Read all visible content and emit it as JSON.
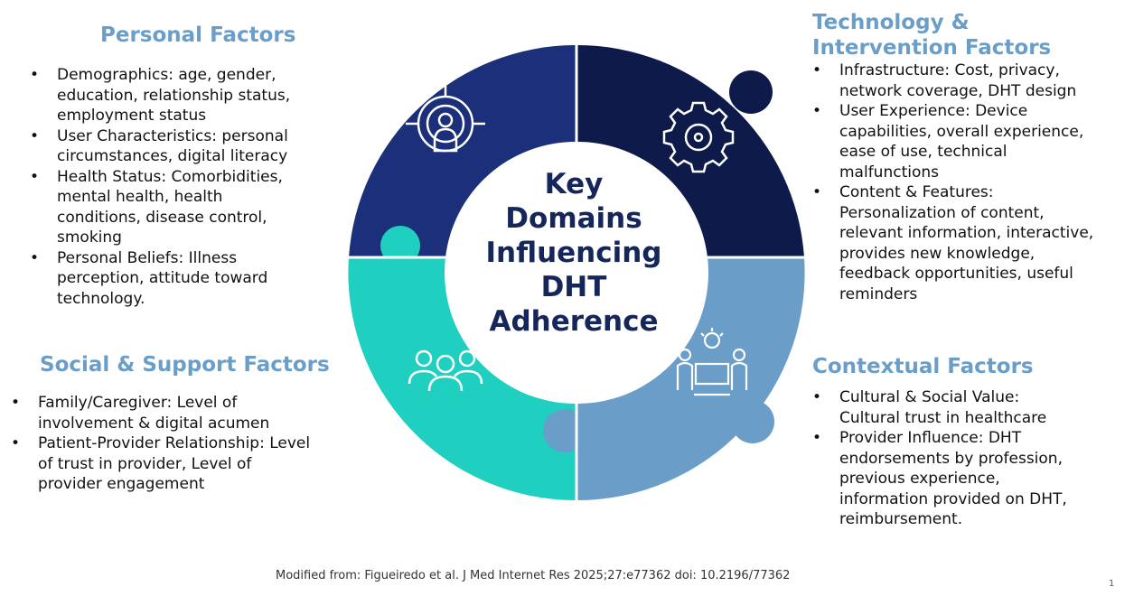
{
  "center": {
    "lines": [
      "Key",
      "Domains",
      "Influencing",
      "DHT",
      "Adherence"
    ]
  },
  "sections": {
    "personal": {
      "title_lines": [
        "Personal Factors"
      ],
      "items": [
        [
          "Demographics: age, gender,",
          "education, relationship status,",
          "employment status"
        ],
        [
          "User Characteristics: personal",
          "circumstances, digital literacy"
        ],
        [
          "Health Status: Comorbidities,",
          "mental health, health",
          "conditions, disease control,",
          "smoking"
        ],
        [
          "Personal Beliefs: Illness",
          "perception, attitude toward",
          "technology."
        ]
      ]
    },
    "technology": {
      "title_lines": [
        "Technology &",
        "Intervention Factors"
      ],
      "items": [
        [
          "Infrastructure: Cost, privacy,",
          "network coverage, DHT design"
        ],
        [
          "User Experience: Device",
          "capabilities, overall experience,",
          "ease of use, technical",
          "malfunctions"
        ],
        [
          "Content & Features:",
          "Personalization of content,",
          "relevant information, interactive,",
          "provides new knowledge,",
          "feedback opportunities, useful",
          "reminders"
        ]
      ]
    },
    "social": {
      "title_lines": [
        "Social & Support Factors"
      ],
      "items": [
        [
          "Family/Caregiver: Level of",
          "involvement & digital acumen"
        ],
        [
          "Patient-Provider Relationship: Level",
          "of trust in provider, Level of",
          "provider engagement"
        ]
      ]
    },
    "contextual": {
      "title_lines": [
        "Contextual Factors"
      ],
      "items": [
        [
          "Cultural & Social Value:",
          "Cultural trust in healthcare"
        ],
        [
          "Provider Influence: DHT",
          "endorsements by profession,",
          "previous experience,",
          "information provided on DHT,",
          "reimbursement."
        ]
      ]
    }
  },
  "quadrants": [
    {
      "id": "personal",
      "color": "#1b2f7a",
      "icon": "target-person-icon"
    },
    {
      "id": "technology",
      "color": "#0d1a4a",
      "icon": "gear-icon"
    },
    {
      "id": "contextual",
      "color": "#6a9ec9",
      "icon": "meeting-idea-icon"
    },
    {
      "id": "social",
      "color": "#1fcfbf",
      "icon": "group-people-icon"
    }
  ],
  "footer": "Modified from: Figueiredo et al. J Med Internet Res 2025;27:e77362 doi: 10.2196/77362",
  "page_number": "1"
}
